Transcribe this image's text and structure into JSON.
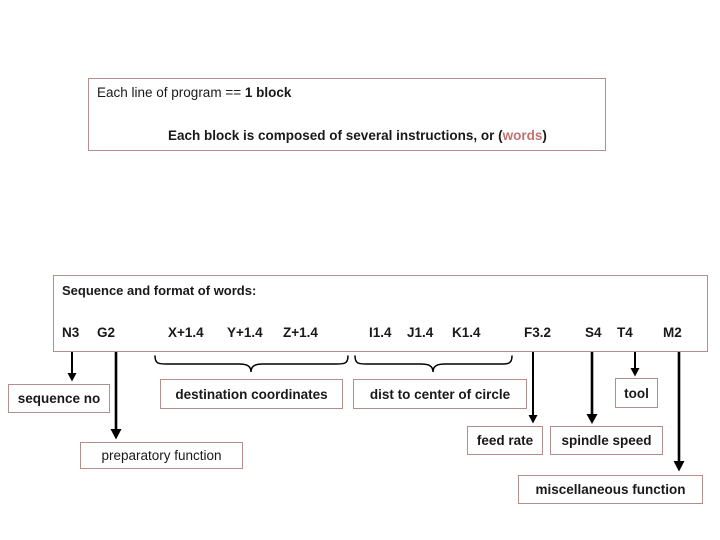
{
  "colors": {
    "background": "#ffffff",
    "box_border": "#b48e8a",
    "accent_text": "#c0736e",
    "arrow": "#000000"
  },
  "intro": {
    "line1_normal": "Each line of program == ",
    "line1_bold": "1 block",
    "line2_prefix": "Each block is composed of several instructions, or (",
    "line2_accent": "words",
    "line2_suffix": ")"
  },
  "seq": {
    "title": "Sequence and format of words:",
    "words": [
      "N3",
      "G2",
      "X+1.4",
      "Y+1.4",
      "Z+1.4",
      "I1.4",
      "J1.4",
      "K1.4",
      "F3.2",
      "S4",
      "T4",
      "M2"
    ]
  },
  "boxes": {
    "sequence_no": "sequence no",
    "destination_coordinates": "destination coordinates",
    "dist_to_center": "dist to center of circle",
    "tool": "tool",
    "feed_rate": "feed rate",
    "spindle_speed": "spindle speed",
    "preparatory_function": "preparatory function",
    "miscellaneous_function": "miscellaneous function"
  },
  "connections": [
    {
      "from": "N3",
      "to": "sequence no",
      "type": "arrow"
    },
    {
      "from": "G2",
      "to": "preparatory function",
      "type": "arrow"
    },
    {
      "from": "X+1.4 Y+1.4 Z+1.4",
      "to": "destination coordinates",
      "type": "brace"
    },
    {
      "from": "I1.4 J1.4 K1.4",
      "to": "dist to center of circle",
      "type": "brace"
    },
    {
      "from": "F3.2",
      "to": "feed rate",
      "type": "arrow"
    },
    {
      "from": "S4",
      "to": "spindle speed",
      "type": "arrow"
    },
    {
      "from": "T4",
      "to": "tool",
      "type": "arrow"
    },
    {
      "from": "M2",
      "to": "miscellaneous function",
      "type": "arrow"
    }
  ]
}
